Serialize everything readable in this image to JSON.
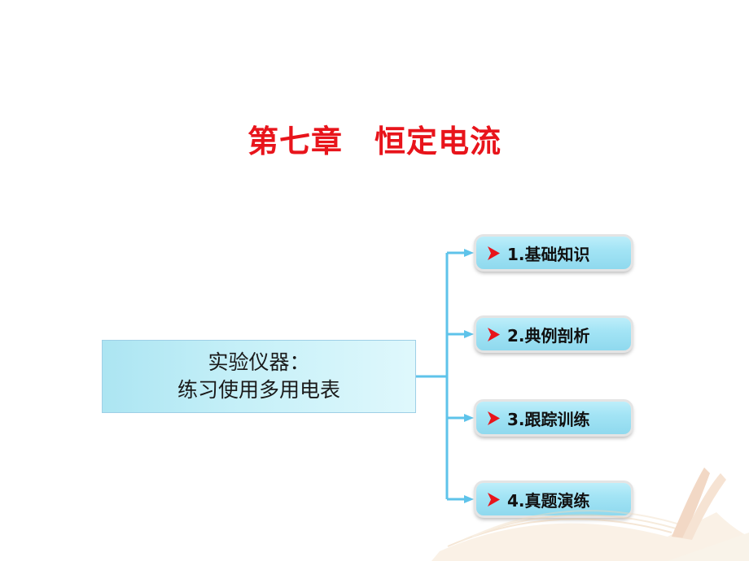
{
  "title": "第七章　恒定电流",
  "main_box": {
    "line1": "实验仪器：",
    "line2": "练习使用多用电表"
  },
  "menu": [
    {
      "label": "1.基础知识",
      "icon": "arrow-right-icon"
    },
    {
      "label": "2.典例剖析",
      "icon": "arrow-right-icon"
    },
    {
      "label": "3.跟踪训练",
      "icon": "arrow-right-icon"
    },
    {
      "label": "4.真题演练",
      "icon": "arrow-right-icon"
    }
  ],
  "colors": {
    "title": "#e8141b",
    "connector": "#5ec3ea",
    "arrow": "#e8141b",
    "box_fill": "#bfeef8"
  }
}
